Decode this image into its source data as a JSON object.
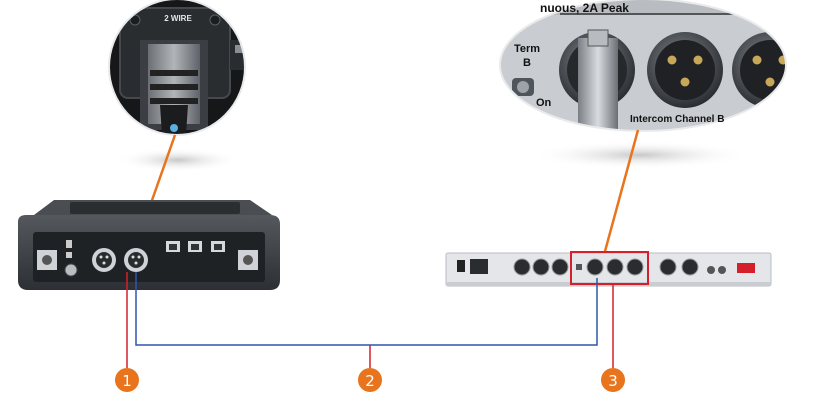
{
  "zoom_left": {
    "label": "2 WIRE"
  },
  "zoom_right": {
    "text_top": "nuous, 2A Peak",
    "term_line1": "Term",
    "term_line2": "B",
    "on_label": "On",
    "channel_label": "Intercom Channel B"
  },
  "callouts": [
    {
      "number": "1"
    },
    {
      "number": "2"
    },
    {
      "number": "3"
    }
  ],
  "colors": {
    "callout_fill": "#e8741e",
    "leader_orange": "#e8741e",
    "red_line": "#d3202a",
    "blue_cable": "#2f56a8",
    "highlight_box": "#d3202a",
    "left_device_body": "#3a3d40",
    "right_device_panel": "#e4e6e9"
  }
}
